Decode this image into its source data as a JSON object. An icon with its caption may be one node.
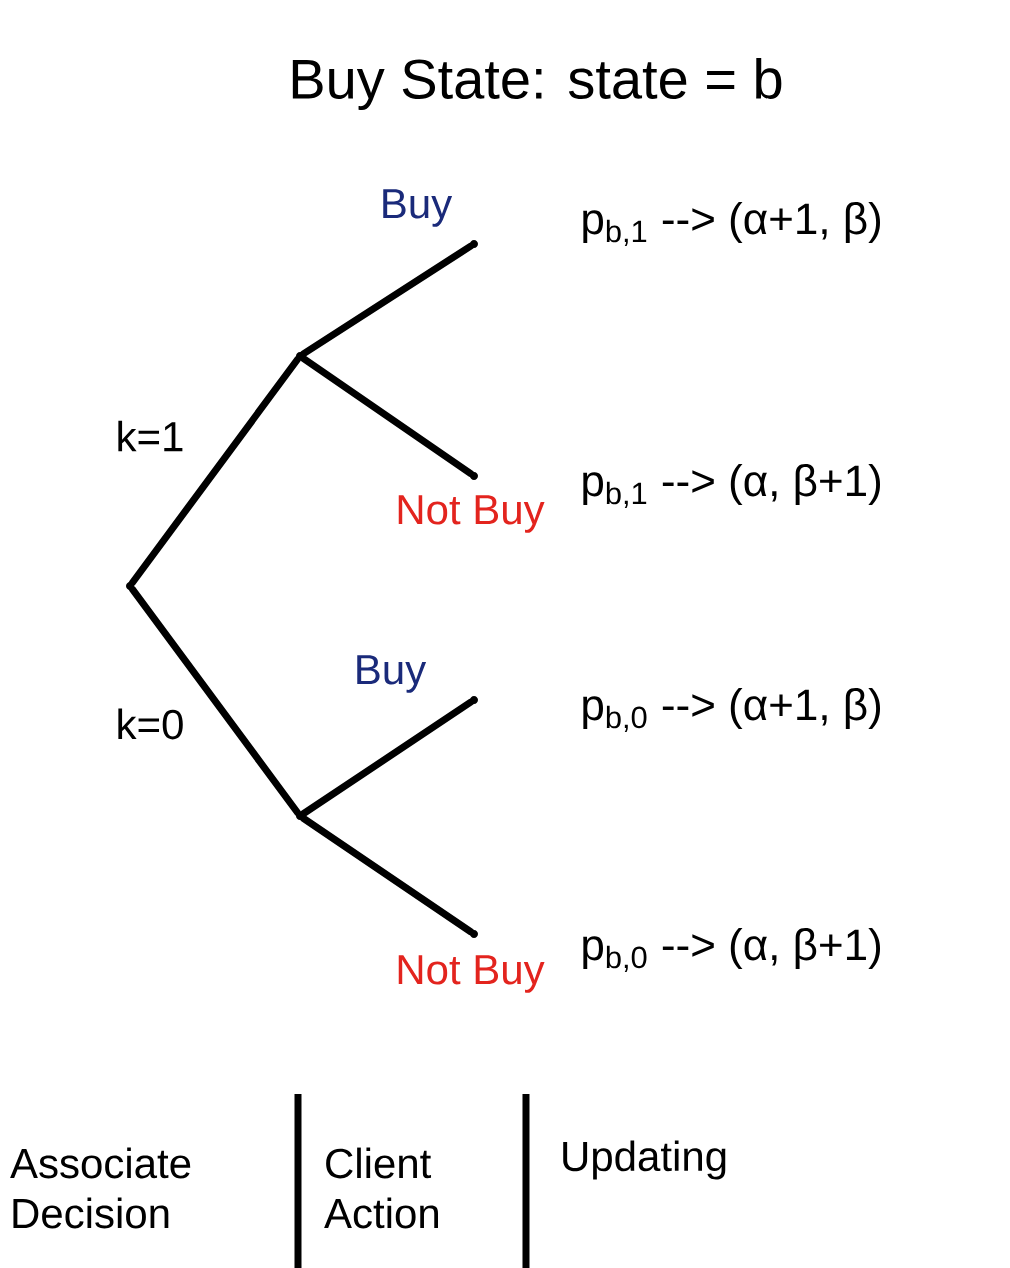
{
  "diagram": {
    "title": "Buy State: state = b",
    "nodes": [
      {
        "text": [],
        "shape": "dot"
      },
      {
        "text": [],
        "shape": "dot"
      },
      {
        "text": [],
        "shape": "dot"
      },
      {
        "text": [],
        "shape": "dot",
        "beside": [
          "p$_{b,1}$ --> (α+1, β)"
        ]
      },
      {
        "text": [],
        "shape": "dot",
        "beside": [
          "p$_{b,1}$ --> (α, β+1)"
        ]
      },
      {
        "text": [],
        "shape": "dot",
        "beside": [
          "p$_{b,0}$ --> (α+1, β)"
        ]
      },
      {
        "text": [],
        "shape": "dot",
        "beside": [
          "p$_{b,0}$ --> (α, β+1)"
        ]
      }
    ],
    "edges": [
      {
        "from": 0,
        "to": 1,
        "arrow": "none",
        "label": "k=1"
      },
      {
        "from": 0,
        "to": 2,
        "arrow": "none",
        "label": "k=0"
      },
      {
        "from": 1,
        "to": 3,
        "arrow": "none",
        "label": "Buy"
      },
      {
        "from": 1,
        "to": 4,
        "arrow": "none",
        "label": "Not Buy"
      },
      {
        "from": 2,
        "to": 5,
        "arrow": "none",
        "label": "Buy"
      },
      {
        "from": 2,
        "to": 6,
        "arrow": "none",
        "label": "Not Buy"
      }
    ],
    "labels": [
      "Associate Decision",
      "Client Action",
      "Updating"
    ]
  }
}
